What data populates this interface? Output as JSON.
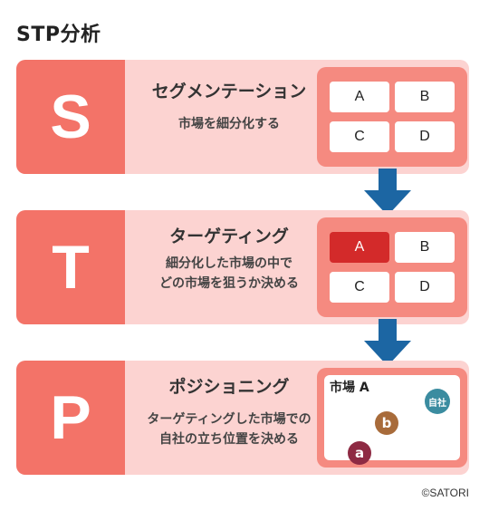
{
  "title": "STP分析",
  "rows": [
    {
      "letter": "S",
      "heading": "セグメンテーション",
      "desc": [
        "市場を細分化する"
      ],
      "cells": [
        "A",
        "B",
        "C",
        "D"
      ]
    },
    {
      "letter": "T",
      "heading": "ターゲティング",
      "desc": [
        "細分化した市場の中で",
        "どの市場を狙うか決める"
      ],
      "cells": [
        "A",
        "B",
        "C",
        "D"
      ],
      "selected": "A"
    },
    {
      "letter": "P",
      "heading": "ポジショニング",
      "desc": [
        "ターゲティングした市場での",
        "自社の立ち位置を決める"
      ],
      "market_label": "市場 A",
      "circles": [
        {
          "label": "自社",
          "color": "#3b8ca0"
        },
        {
          "label": "b",
          "color": "#a86b3a"
        },
        {
          "label": "a",
          "color": "#8e2a43"
        }
      ]
    }
  ],
  "colors": {
    "letter_box": "#f37368",
    "row_bg": "#fcd3d1",
    "panel": "#f58a80",
    "selected_cell": "#d32a2a",
    "arrow": "#1c66a3"
  },
  "copyright": "©SATORI"
}
